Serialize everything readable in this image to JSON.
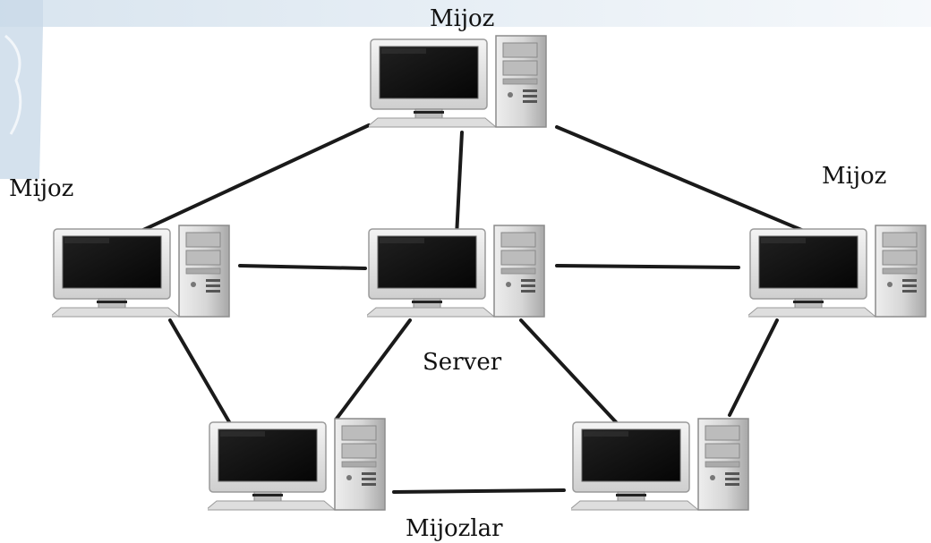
{
  "labels": {
    "top": "Mijoz",
    "left": "Mijoz",
    "right": "Mijoz",
    "server": "Server",
    "bottom": "Mijozlar"
  },
  "colors": {
    "background": "#ffffff",
    "corner_decoration": "#c9d9e8",
    "links": "#1a1a1a",
    "screen": "#101010",
    "monitor_frame": "#e6e6e6",
    "tower": "#d9d9d9"
  },
  "nodes": [
    {
      "id": "client-top",
      "role": "Mijoz"
    },
    {
      "id": "client-left",
      "role": "Mijoz"
    },
    {
      "id": "server-center",
      "role": "Server"
    },
    {
      "id": "client-right",
      "role": "Mijoz"
    },
    {
      "id": "client-bottom-left",
      "role": "Mijozlar"
    },
    {
      "id": "client-bottom-right",
      "role": "Mijozlar"
    }
  ],
  "links": [
    {
      "from": "client-top",
      "to": "client-left"
    },
    {
      "from": "client-top",
      "to": "server-center"
    },
    {
      "from": "client-top",
      "to": "client-right"
    },
    {
      "from": "client-left",
      "to": "server-center"
    },
    {
      "from": "server-center",
      "to": "client-right"
    },
    {
      "from": "client-left",
      "to": "client-bottom-left"
    },
    {
      "from": "server-center",
      "to": "client-bottom-left"
    },
    {
      "from": "server-center",
      "to": "client-bottom-right"
    },
    {
      "from": "client-right",
      "to": "client-bottom-right"
    },
    {
      "from": "client-bottom-left",
      "to": "client-bottom-right"
    }
  ]
}
